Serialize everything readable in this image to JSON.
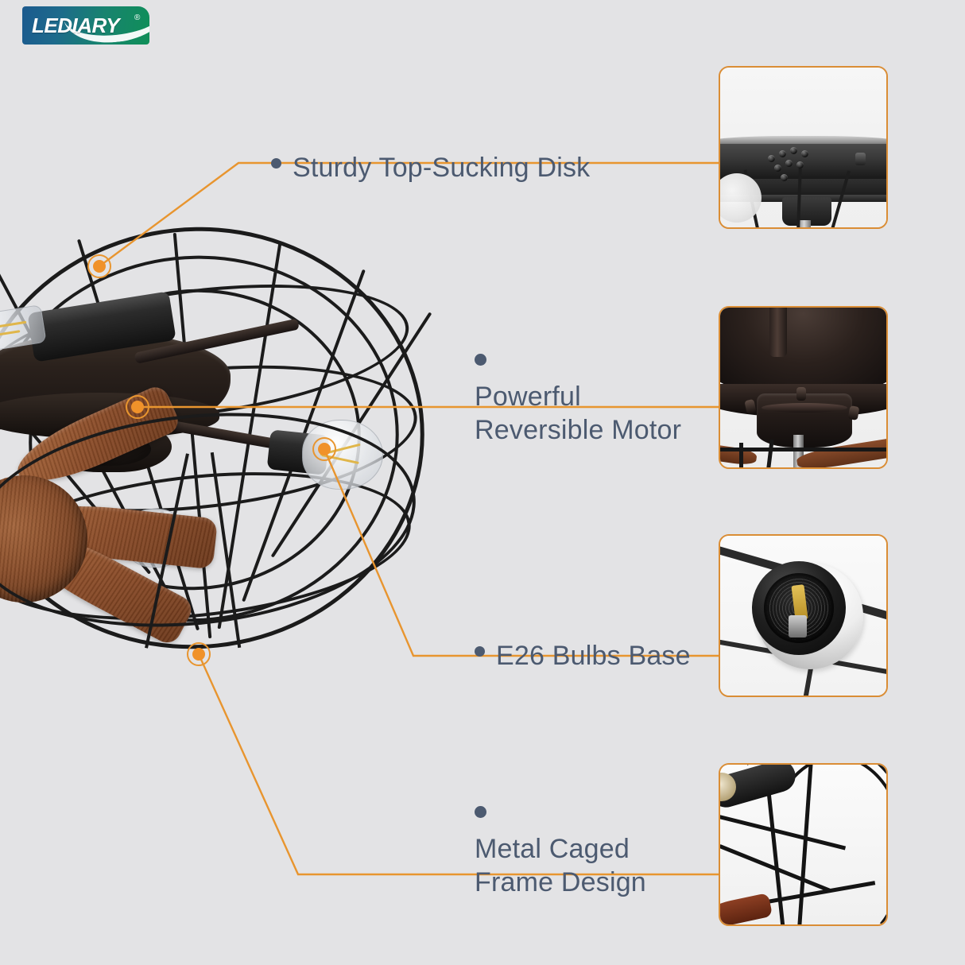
{
  "brand": {
    "name": "LEDIARY",
    "trademark": "®",
    "gradient_start": "#1c5a8e",
    "gradient_end": "#0f8f58"
  },
  "theme": {
    "background": "#e3e3e5",
    "text_color": "#4c5a70",
    "leader_line_color": "#e8952f",
    "callout_border_color": "#da8d35"
  },
  "features": [
    {
      "id": "top-sucking-disk",
      "label": "Sturdy Top-Sucking Disk",
      "layout": "inline",
      "callout_alt": "Close-up of the black top mounting disk with ventilation holes"
    },
    {
      "id": "reversible-motor",
      "label": "Powerful\nReversible Motor",
      "layout": "block",
      "callout_alt": "Close-up of the dark motor housing seen from below"
    },
    {
      "id": "e26-bulbs-base",
      "label": "E26 Bulbs Base",
      "layout": "inline",
      "callout_alt": "Close-up of an E26 threaded lamp socket with brass contact"
    },
    {
      "id": "metal-caged-frame",
      "label": "Metal Caged\nFrame Design",
      "layout": "block",
      "callout_alt": "Close-up of the black metal wire cage frame"
    }
  ],
  "product": {
    "alt": "Industrial caged ceiling fan with wood-grain blades, black metal cage and Edison bulbs"
  }
}
